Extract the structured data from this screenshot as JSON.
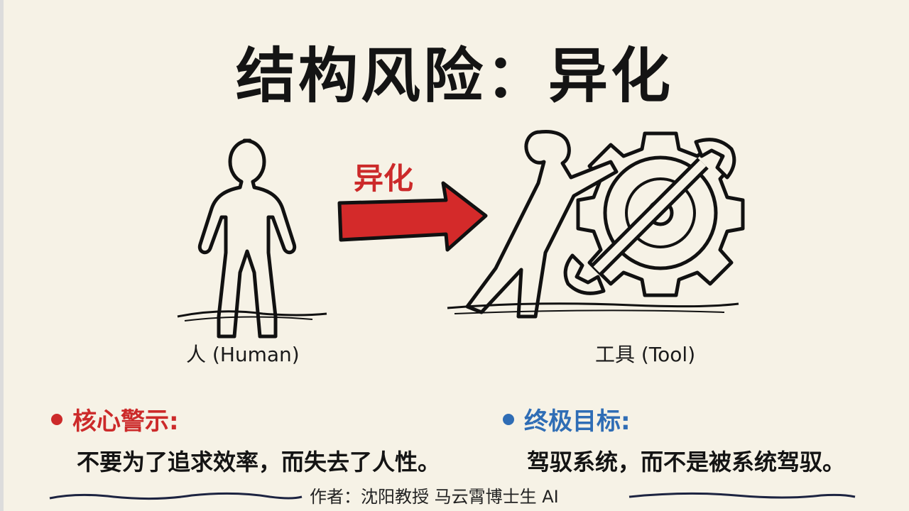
{
  "title": "结构风险：异化",
  "colors": {
    "background": "#f6f2e6",
    "warning": "#cc2a2a",
    "goal": "#2f6db5",
    "ink": "#141414"
  },
  "diagram": {
    "left_figure": {
      "icon": "standing-human-icon",
      "label": "人 (Human)"
    },
    "arrow": {
      "icon": "red-arrow-icon",
      "label": "异化"
    },
    "right_figure": {
      "icon": "human-pushing-gear-icon",
      "label": "工具 (Tool)"
    }
  },
  "sections": [
    {
      "heading": "核心警示:",
      "text": "不要为了追求效率，而失去了人性。",
      "color": "#cc2a2a"
    },
    {
      "heading": "终极目标:",
      "text": "驾驭系统，而不是被系统驾驭。",
      "color": "#2f6db5"
    }
  ],
  "footer": {
    "author": "作者：沈阳教授 马云霄博士生 AI"
  }
}
